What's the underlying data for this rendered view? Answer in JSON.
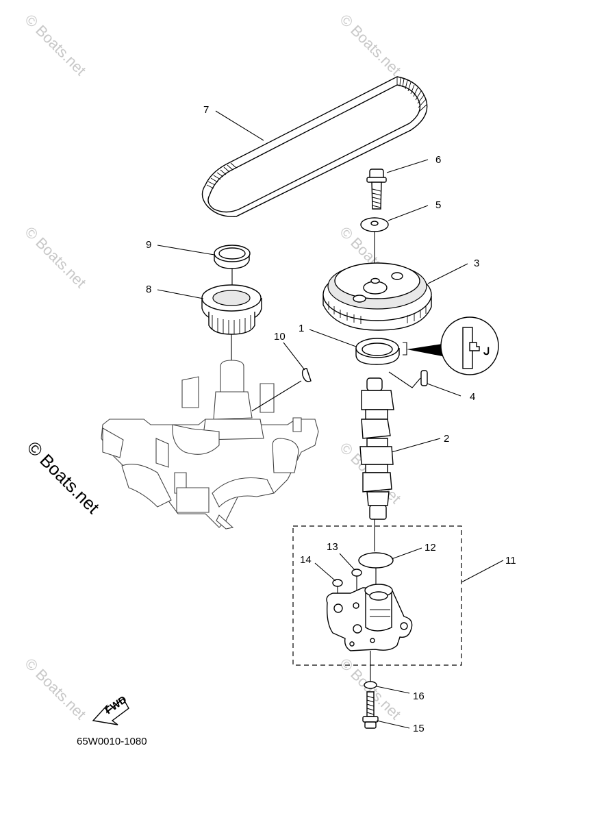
{
  "diagram_code": "65W0010-1080",
  "fwd_label": "FWD",
  "watermark_text": "© Boats.net",
  "parts": [
    {
      "number": "1"
    },
    {
      "number": "2"
    },
    {
      "number": "3"
    },
    {
      "number": "4"
    },
    {
      "number": "5"
    },
    {
      "number": "6"
    },
    {
      "number": "7"
    },
    {
      "number": "8"
    },
    {
      "number": "9"
    },
    {
      "number": "10"
    },
    {
      "number": "11"
    },
    {
      "number": "12"
    },
    {
      "number": "13"
    },
    {
      "number": "14"
    },
    {
      "number": "15"
    },
    {
      "number": "16"
    }
  ]
}
